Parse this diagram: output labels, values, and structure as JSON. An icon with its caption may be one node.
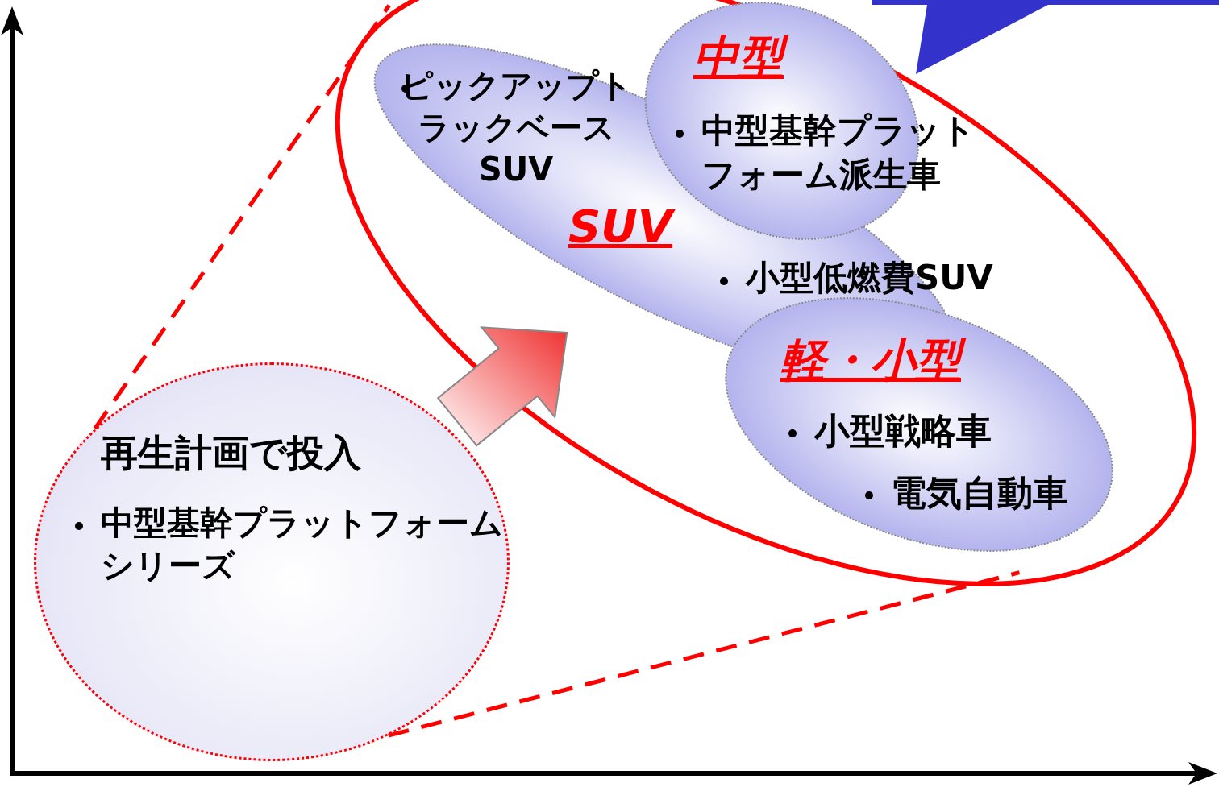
{
  "diagram": {
    "nodes": [
      {
        "text": [
          "再生計画で投入",
          "中型基幹プラットフォームシリーズ"
        ]
      },
      {
        "text": [],
        "shape": "ellipse"
      },
      {
        "text": [
          "ピックアップトラックベースSUV",
          "SUV",
          "小型低燃費SUV"
        ],
        "in": 1
      },
      {
        "text": [
          "中型",
          "中型基幹プラットフォーム派生車"
        ],
        "in": 1
      },
      {
        "text": [
          "軽・小型",
          "小型戦略車",
          "電気自動車"
        ],
        "in": 1
      }
    ],
    "edges": [
      {
        "from": 0,
        "to": 1,
        "arrow": "to"
      },
      {
        "from": 0,
        "to": 1,
        "arrow": "none",
        "style": "dashed"
      },
      {
        "from": 0,
        "to": 1,
        "arrow": "none",
        "style": "dashed"
      }
    ]
  }
}
